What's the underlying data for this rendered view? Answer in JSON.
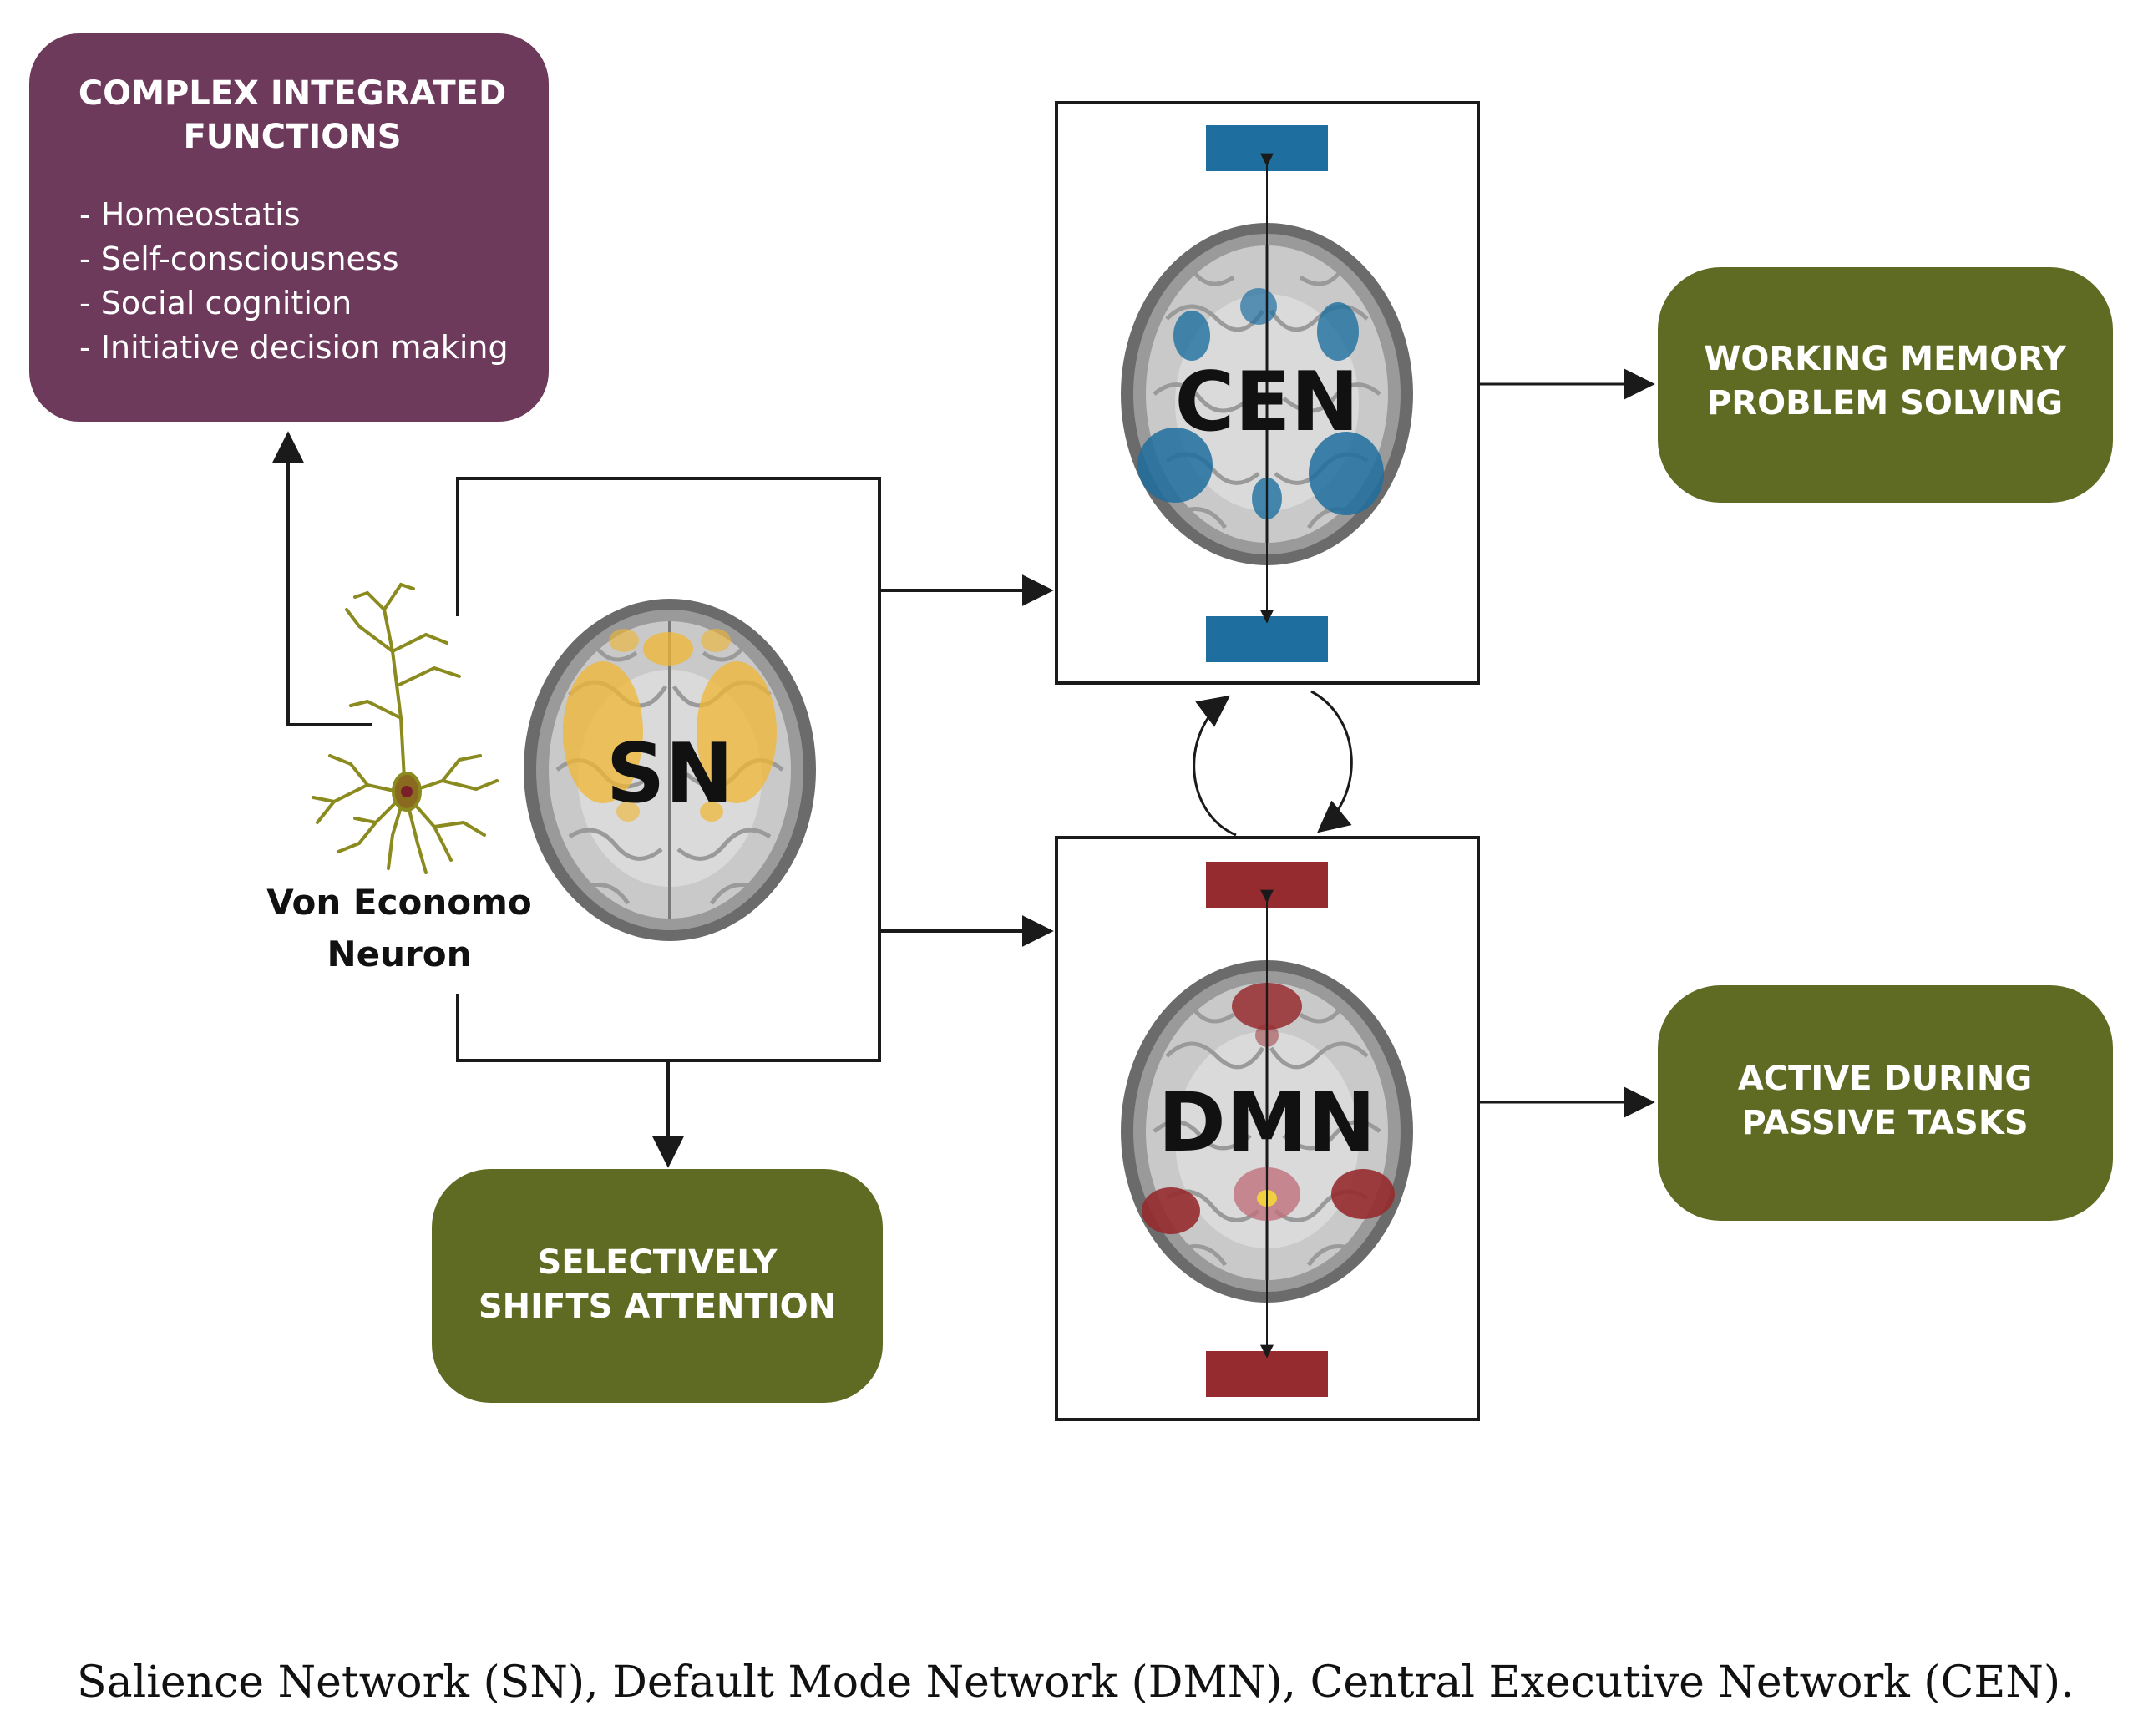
{
  "complex_functions": {
    "title_line1": "COMPLEX INTEGRATED",
    "title_line2": "FUNCTIONS",
    "items": [
      "- Homeostatis",
      "- Self-consciousness",
      "- Social cognition",
      "- Initiative decision making"
    ]
  },
  "neuron": {
    "label_line1": "Von Economo",
    "label_line2": "Neuron"
  },
  "networks": {
    "sn": "SN",
    "cen": "CEN",
    "dmn": "DMN"
  },
  "outcomes": {
    "cen_line1": "WORKING  MEMORY",
    "cen_line2": "PROBLEM  SOLVING",
    "dmn_line1": "ACTIVE  DURING",
    "dmn_line2": "PASSIVE  TASKS",
    "sn_line1": "SELECTIVELY",
    "sn_line2": "SHIFTS  ATTENTION"
  },
  "caption": "Salience Network (SN), Default Mode Network (DMN), Central Executive Network (CEN).",
  "colors": {
    "purple_box": "#6e3a5c",
    "green_box": "#5f6b22",
    "cen_blue": "#1e6f9f",
    "dmn_red": "#962b2f",
    "sn_yellow": "#f0b630",
    "neuron": "#8a8a1e",
    "brain_grey": "#8e8e8e"
  }
}
